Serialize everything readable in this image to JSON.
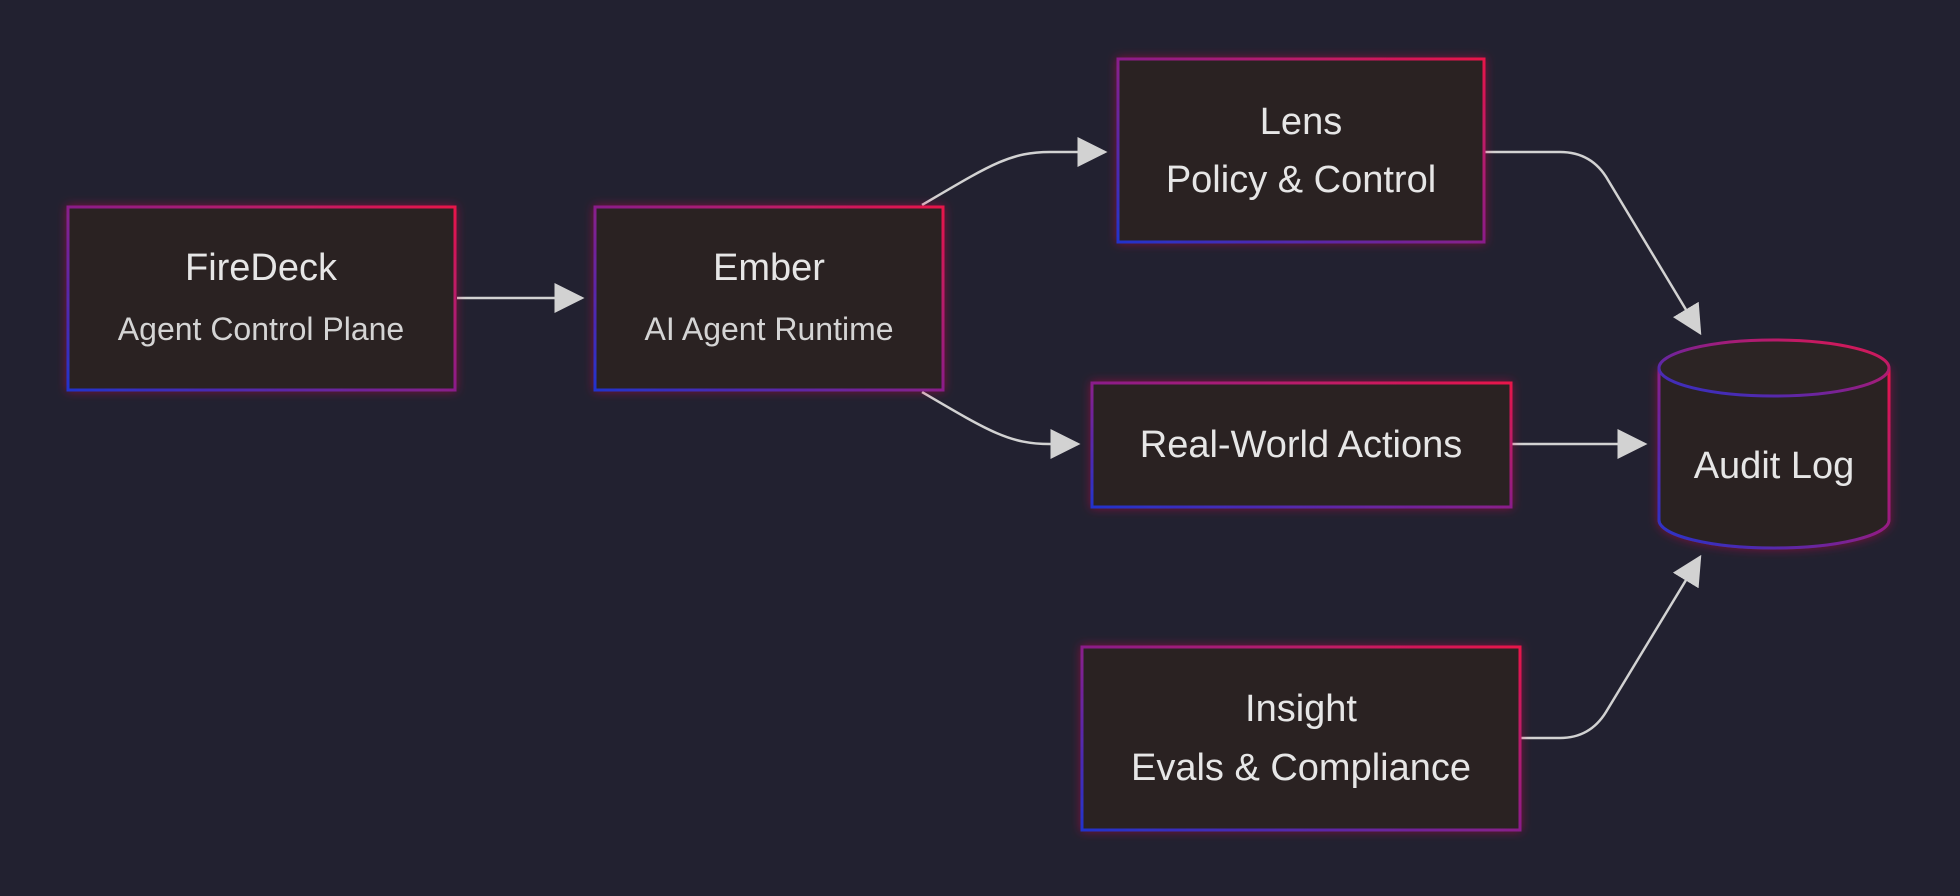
{
  "diagram": {
    "type": "flowchart",
    "colors": {
      "background": "#222130",
      "node_fill": "#2c2424",
      "border_gradient_start": "#2233cc",
      "border_gradient_end": "#e8174a",
      "edge": "#d2d2d2",
      "text": "#e6e6e6"
    },
    "nodes": {
      "firedeck": {
        "title": "FireDeck",
        "subtitle": "Agent Control Plane"
      },
      "ember": {
        "title": "Ember",
        "subtitle": "AI Agent Runtime"
      },
      "lens": {
        "title": "Lens",
        "subtitle": "Policy & Control"
      },
      "actions": {
        "title": "Real-World Actions"
      },
      "insight": {
        "title": "Insight",
        "subtitle": "Evals & Compliance"
      },
      "audit": {
        "title": "Audit Log",
        "shape": "cylinder"
      }
    },
    "edges": [
      {
        "from": "FireDeck",
        "to": "Ember"
      },
      {
        "from": "Ember",
        "to": "Lens"
      },
      {
        "from": "Ember",
        "to": "Real-World Actions"
      },
      {
        "from": "Lens",
        "to": "Audit Log"
      },
      {
        "from": "Real-World Actions",
        "to": "Audit Log"
      },
      {
        "from": "Insight",
        "to": "Audit Log"
      }
    ]
  }
}
